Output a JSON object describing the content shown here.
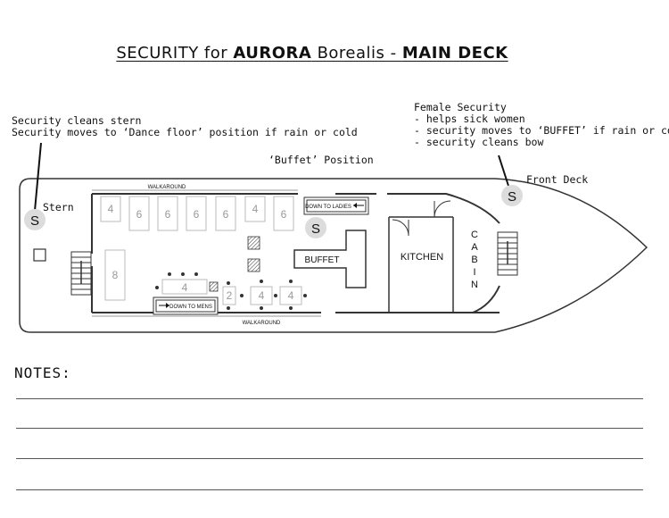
{
  "title": {
    "prefix": "SECURITY for ",
    "ship_bold": "AURORA",
    "ship_rest": " Borealis - ",
    "deck": "MAIN DECK"
  },
  "annotations": {
    "stern_notes": [
      "Security cleans stern",
      "Security moves to ‘Dance floor’ position if rain or cold"
    ],
    "female_security": [
      "Female Security",
      "- helps sick women",
      "- security moves to ‘BUFFET’ if rain or cold",
      "- security cleans bow"
    ],
    "buffet_position": "‘Buffet’ Position",
    "front_deck": "Front Deck",
    "stern": "Stern"
  },
  "plan": {
    "security_marker": "S",
    "walkaround_top": "WALKAROUND",
    "walkaround_bottom": "WALKAROUND",
    "down_to_ladies": "DOWN TO LADIES",
    "down_to_mens": "DOWN TO MENS",
    "buffet": "BUFFET",
    "kitchen": "KITCHEN",
    "cabin": "CABIN",
    "table_labels_top": [
      "4",
      "6",
      "6",
      "6",
      "6",
      "4",
      "6"
    ],
    "table_label_left": "8",
    "table_label_mid": "4",
    "table_labels_bottom": [
      "2",
      "4",
      "4"
    ]
  },
  "notes": {
    "label": "NOTES:",
    "line_count": 4
  }
}
